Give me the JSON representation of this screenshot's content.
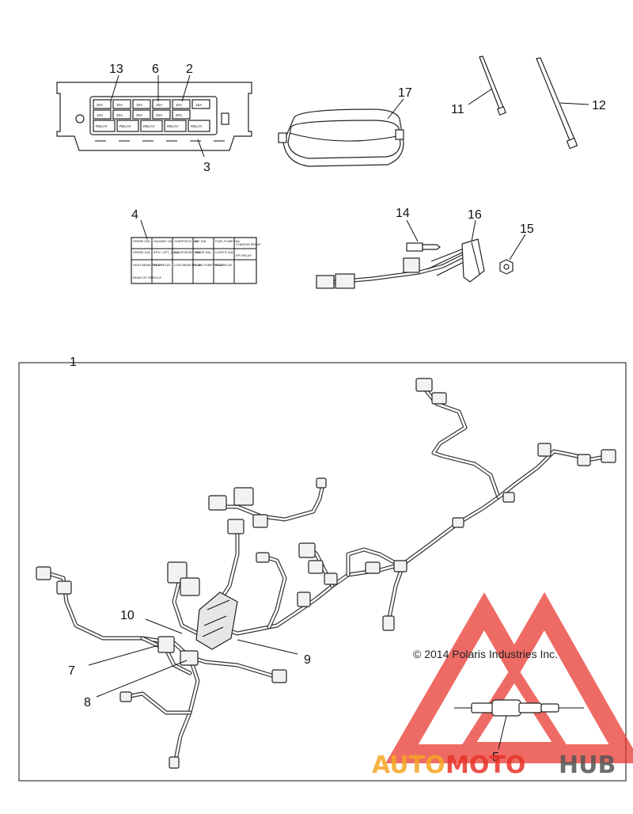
{
  "callouts": {
    "c1": "1",
    "c2": "2",
    "c3": "3",
    "c4": "4",
    "c5": "5",
    "c6": "6",
    "c7": "7",
    "c8": "8",
    "c9": "9",
    "c10": "10",
    "c11": "11",
    "c12": "12",
    "c13": "13",
    "c14": "14",
    "c15": "15",
    "c16": "16",
    "c17": "17"
  },
  "copyright": "© 2014 Polaris Industries Inc.",
  "watermark": {
    "part1": "AUTO",
    "part2": "MOTO",
    "part3": "HUB"
  },
  "colors": {
    "watermark_orange": "#f5a623",
    "watermark_red": "#e8332a",
    "watermark_gray": "#555555"
  },
  "fuse_box": {
    "top_row": [
      "20A",
      "10A",
      "10A",
      "10A",
      "10A",
      "15A"
    ],
    "mid_row": [
      "10A",
      "20A",
      "20A",
      "20A",
      "20A"
    ],
    "bottom_row": [
      "RELAY",
      "RELAY",
      "RELAY",
      "RELAY",
      "RELAY"
    ]
  },
  "decal": {
    "rows": [
      [
        "SPARE 20A",
        "HAZARD 10A",
        "OVERTECH 10A",
        "EFI 10A",
        "FUEL PUMP 15A",
        "CHASSIS RELAY"
      ],
      [
        "SPARE 10A",
        "EPS / OPT_1 20A",
        "ACCESSORY 20A",
        "DRIVE 20A",
        "LIGHTS 20A",
        "EFI RELAY"
      ],
      [
        "HIGH BEAM RELAY",
        "EPS RELAY",
        "LOW BEAM RELAY",
        "FUEL PUMP RELAY",
        "FAN RELAY",
        ""
      ]
    ],
    "footnote": "REAR OF VEHICLE"
  }
}
